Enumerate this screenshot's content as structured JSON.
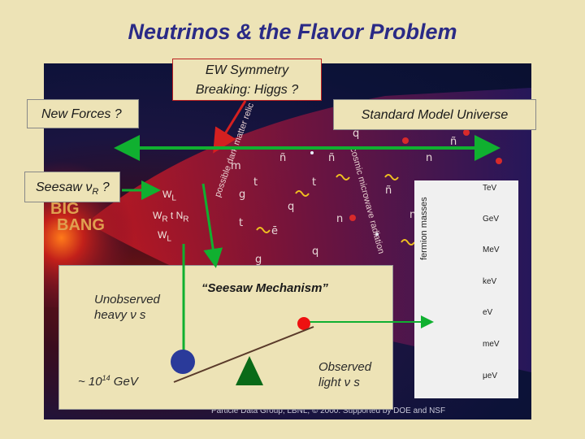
{
  "title": "Neutrinos & the Flavor Problem",
  "labels": {
    "ew": "EW Symmetry Breaking: Higgs ?",
    "ew_line1": "EW Symmetry",
    "ew_line2": "Breaking: Higgs ?",
    "new_forces": "New Forces ?",
    "standard_model": "Standard Model Universe",
    "seesaw_prefix": "Seesaw ν",
    "seesaw_sub": "R",
    "seesaw_suffix": " ?"
  },
  "background_labels": {
    "big_bang_1": "BIG",
    "big_bang_2": "BANG",
    "wl_top": "W",
    "wl_top_sub": "L",
    "wr": "W",
    "wr_sub": "R",
    "nr": "N",
    "nr_sub": "R",
    "wl_bottom": "W",
    "wl_bottom_sub": "L",
    "dark_matter": "possible dark matter relic",
    "microwave": "cosmic microwave radiation",
    "credit": "Particle Data Group, LBNL, © 2000. Supported by DOE and NSF"
  },
  "inset": {
    "heading": "“Seesaw Mechanism”",
    "unobserved_1": "Unobserved",
    "unobserved_2": "heavy ν s",
    "mass": "~ 10",
    "mass_exp": "14",
    "mass_unit": " GeV",
    "observed_1": "Observed",
    "observed_2": "light ν s"
  },
  "energy_scale": {
    "axis_label": "fermion masses",
    "ticks": [
      "TeV",
      "GeV",
      "MeV",
      "keV",
      "eV",
      "meV",
      "μeV"
    ]
  },
  "colors": {
    "title": "#2a2a86",
    "arrow_red": "#d42020",
    "arrow_green": "#10b030",
    "heavy_ball": "#2a3a9a",
    "light_ball": "#ee1111",
    "pivot": "#0a6a18"
  }
}
